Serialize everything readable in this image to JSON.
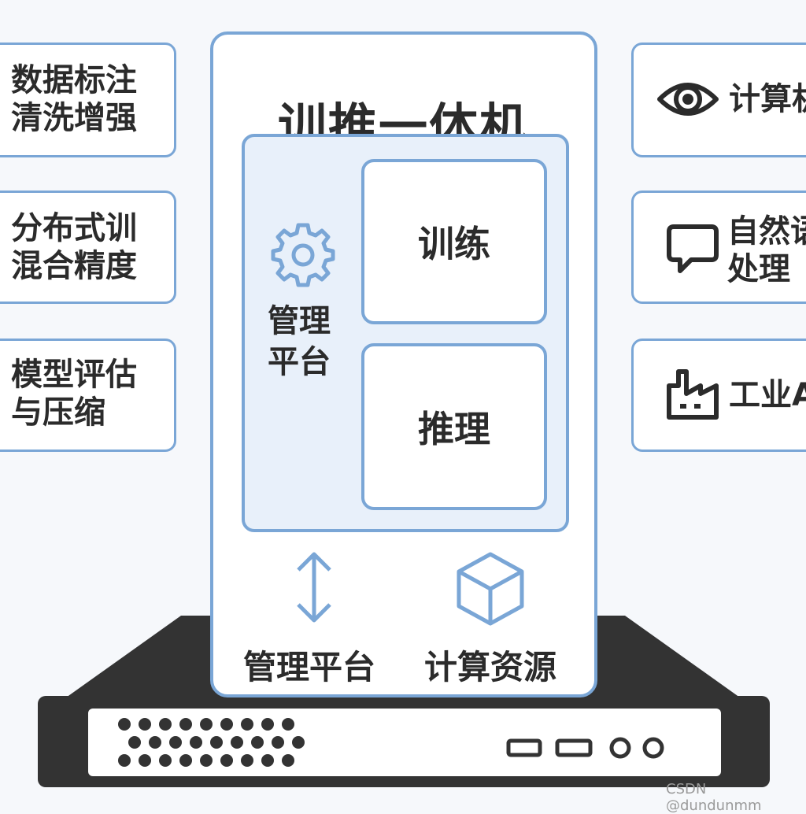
{
  "left_items": [
    {
      "line1": "数据标注",
      "line2": "清洗增强"
    },
    {
      "line1": "分布式训",
      "line2": "混合精度"
    },
    {
      "line1": "模型评估",
      "line2": "与压缩"
    }
  ],
  "right_items": [
    {
      "icon": "eye-icon",
      "line1": "计算机",
      "line2": ""
    },
    {
      "icon": "speech-bubble-icon",
      "line1": "自然语",
      "line2": "处理"
    },
    {
      "icon": "factory-icon",
      "line1": "工业A",
      "line2": ""
    }
  ],
  "panel": {
    "title": "训推一体机",
    "management": {
      "icon": "gear-icon",
      "line1": "管理",
      "line2": "平台"
    },
    "train_label": "训练",
    "infer_label": "推理",
    "bottom_left": {
      "icon": "vertical-arrows-icon",
      "label": "管理平台"
    },
    "bottom_right": {
      "icon": "cube-icon",
      "label": "计算资源"
    }
  },
  "colors": {
    "accent": "#7aa6d6",
    "inner_fill": "#e8f0fa",
    "server": "#333333",
    "text": "#2b2b2b"
  },
  "watermark": "CSDN @dundunmm"
}
